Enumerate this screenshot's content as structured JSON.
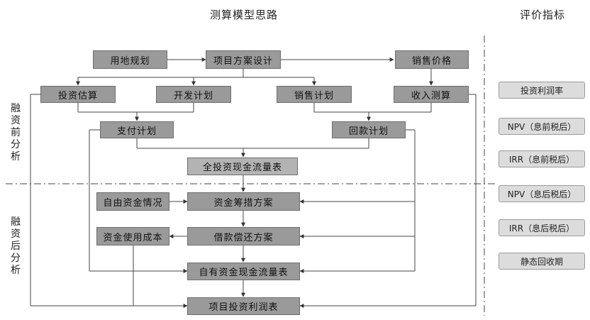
{
  "header": {
    "main_title": "测算模型思路",
    "side_title": "评价指标"
  },
  "phase_labels": {
    "pre": "融资前分析",
    "post": "融资后分析"
  },
  "nodes": {
    "land_plan": "用地规划",
    "project_design": "项目方案设计",
    "sales_price": "销售价格",
    "investment_estimate": "投资估算",
    "development_plan": "开发计划",
    "sales_plan": "销售计划",
    "income_calc": "收入测算",
    "payment_plan": "支付计划",
    "collection_plan": "回款计划",
    "total_cashflow": "全投资现金流量表",
    "own_funds": "自由资金情况",
    "financing_plan": "资金筹措方案",
    "capital_cost": "资金使用成本",
    "repayment_plan": "借款偿还方案",
    "own_cashflow": "自有资金现金流量表",
    "profit_table": "项目投资利润表"
  },
  "metrics": [
    "投资利润率",
    "NPV（息前税后）",
    "IRR（息前税后）",
    "NPV（息后税后）",
    "IRR（息后税后）",
    "静态回收期"
  ]
}
